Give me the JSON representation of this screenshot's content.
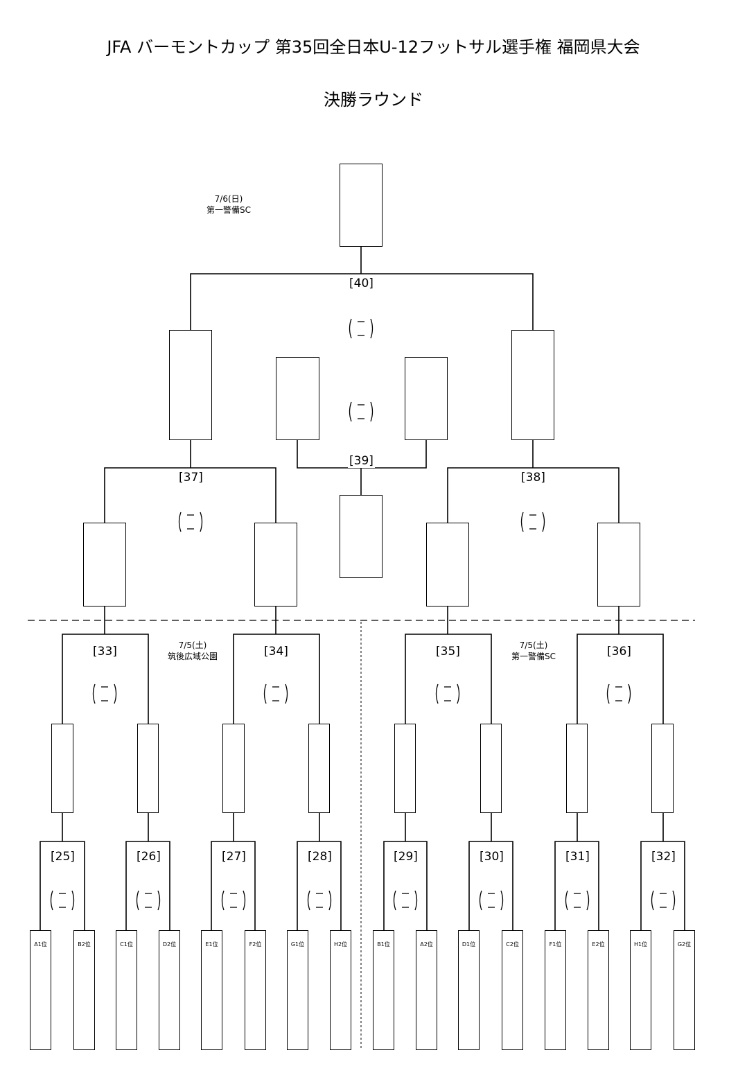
{
  "header": {
    "title": "JFA バーモントカップ 第35回全日本U-12フットサル選手権 福岡県大会",
    "subtitle": "決勝ラウンド"
  },
  "venues": {
    "day2": {
      "date": "7/6(日)",
      "place": "第一警備SC"
    },
    "day1_left": {
      "date": "7/5(土)",
      "place": "筑後広域公園"
    },
    "day1_right": {
      "date": "7/5(土)",
      "place": "第一警備SC"
    }
  },
  "matches": {
    "m25": "[25]",
    "m26": "[26]",
    "m27": "[27]",
    "m28": "[28]",
    "m29": "[29]",
    "m30": "[30]",
    "m31": "[31]",
    "m32": "[32]",
    "m33": "[33]",
    "m34": "[34]",
    "m35": "[35]",
    "m36": "[36]",
    "m37": "[37]",
    "m38": "[38]",
    "m39": "[39]",
    "m40": "[40]"
  },
  "seeds": [
    "A1位",
    "B2位",
    "C1位",
    "D2位",
    "E1位",
    "F2位",
    "G1位",
    "H2位",
    "B1位",
    "A2位",
    "D1位",
    "C2位",
    "F1位",
    "E2位",
    "H1位",
    "G2位"
  ]
}
